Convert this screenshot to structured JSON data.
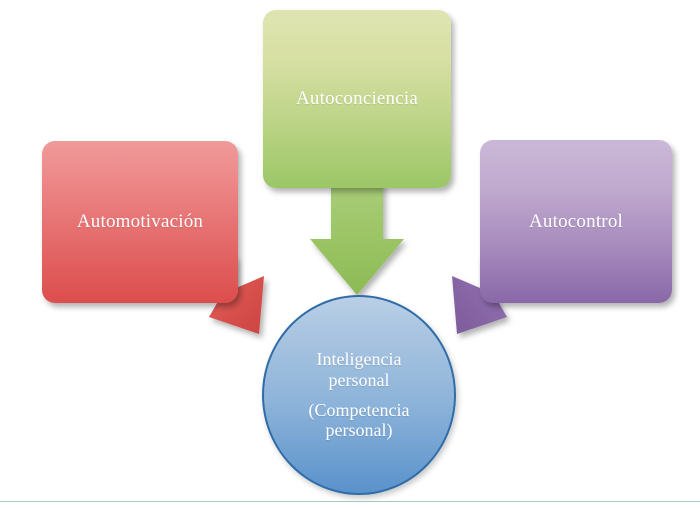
{
  "diagram": {
    "title": "Inteligencia personal",
    "background_color": "#ffffff",
    "nodes": {
      "automotivacion": {
        "label": "Automotivación",
        "shape": "rounded-rectangle",
        "fill_top": "#f09a9a",
        "fill_bottom": "#dd4d4d",
        "text_color": "#ffffff"
      },
      "autoconciencia": {
        "label": "Autoconciencia",
        "shape": "rounded-rectangle",
        "fill_top": "#dfe5b2",
        "fill_bottom": "#9bc766",
        "text_color": "#ffffff"
      },
      "autocontrol": {
        "label": "Autocontrol",
        "shape": "rounded-rectangle",
        "fill_top": "#cbb8d8",
        "fill_bottom": "#8a68a8",
        "text_color": "#ffffff"
      },
      "center": {
        "line1": "Inteligencia",
        "line2": "personal",
        "line3": "(Competencia",
        "line4": "personal)",
        "shape": "ellipse",
        "fill_top": "#b9cfe6",
        "fill_bottom": "#5a92cb",
        "border_color": "#2f6ca8",
        "text_color": "#ffffff"
      }
    },
    "arrows": [
      {
        "name": "arrow-automotivacion-to-center",
        "from": "automotivacion",
        "to": "center",
        "direction": "down-right",
        "color": "#d9534f"
      },
      {
        "name": "arrow-autoconciencia-to-center",
        "from": "autoconciencia",
        "to": "center",
        "direction": "down",
        "color": "#9ac463"
      },
      {
        "name": "arrow-autocontrol-to-center",
        "from": "autocontrol",
        "to": "center",
        "direction": "down-left",
        "color": "#8a68a8"
      }
    ],
    "divider": {
      "color": "#a9c7d2"
    }
  }
}
